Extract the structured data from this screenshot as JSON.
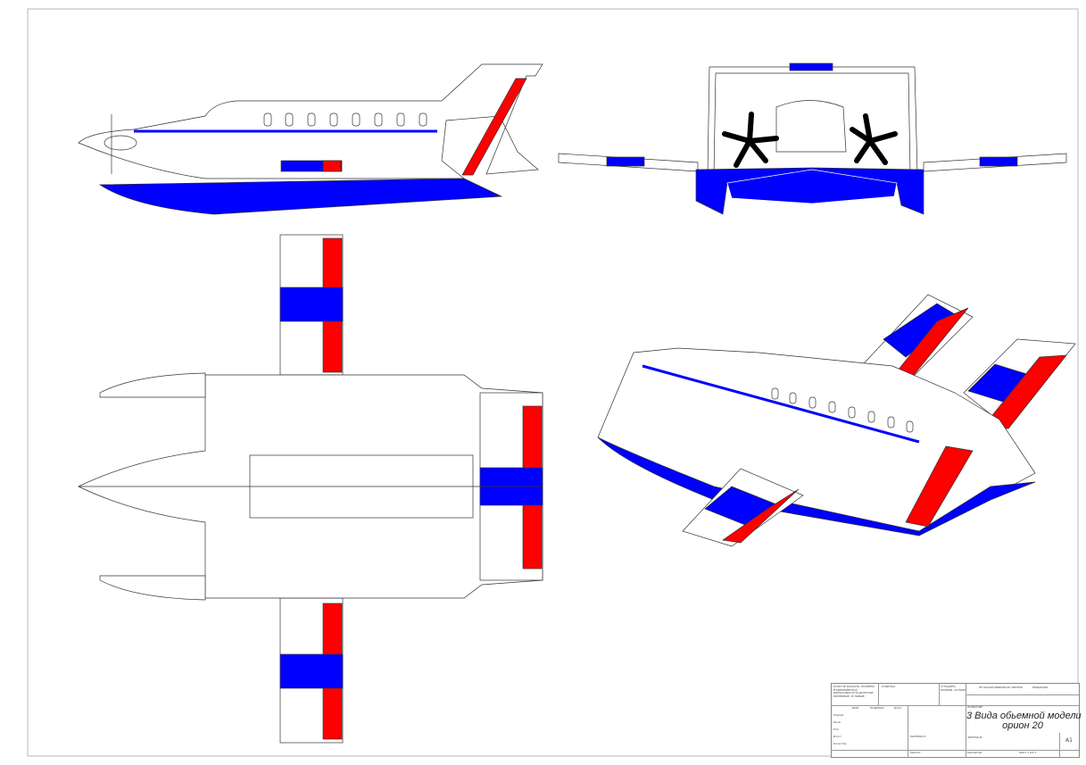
{
  "title_block": {
    "general_notes": "ЕСЛИ НЕ УКАЗАНО: РАЗМЕРЫ В МИЛЛИМЕТРАХ ШЕРОХОВАТОСТЬ ДОПУСКИ: ЛИНЕЙНЫЕ: УГЛОВЫЕ:",
    "finish_label": "ОТДЕЛКА:",
    "edges_label": "СГЛАДИТЬ КРОМКИ, ОСТРЫЕ",
    "no_scale_label": "НЕ МАСШТАБИРОВАТЬ ЧЕРТЕЖ",
    "revision_label": "РЕДАКЦИЯ",
    "name_label": "НАЗВАНИЕ:",
    "title_line1": "3 Вида обьемной модели",
    "title_line2": "орион 20",
    "col_name": "ИМЯ",
    "col_signature": "ПОДПИСЬ",
    "col_date": "ДАТА",
    "rows": [
      "Разраб.",
      "Пров.",
      "Утв.",
      "Изгот.",
      "Качество"
    ],
    "material_label": "МАТЕРИАЛ:",
    "drawing_no_label": "ЧЕРТЕЖ №",
    "sheet_size": "A1",
    "mass_label": "МАССА:",
    "scale_label": "МАСШТАБ:",
    "sheet_label": "ЛИСТ 1 ИЗ 1"
  },
  "colors": {
    "blue": "#0000ff",
    "red": "#ff0000",
    "line": "#333333"
  }
}
